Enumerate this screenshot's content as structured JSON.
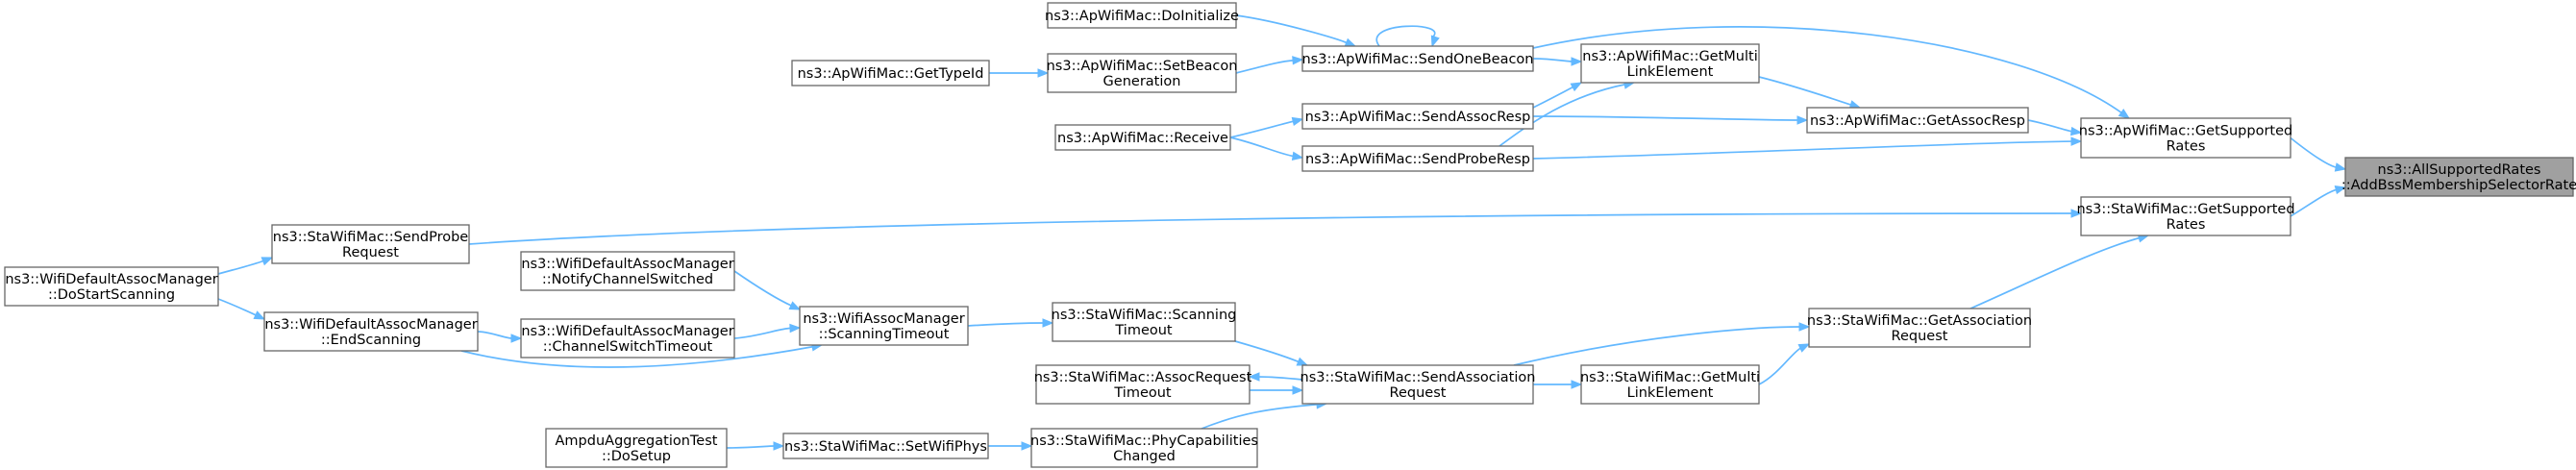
{
  "colors": {
    "edge": "#63b8ff",
    "node_border": "#666666",
    "root_fill": "#a0a0a0",
    "background": "#ffffff"
  },
  "nodes": {
    "root": [
      "ns3::AllSupportedRates",
      "::AddBssMembershipSelectorRate"
    ],
    "ap_get_supported_rates": [
      "ns3::ApWifiMac::GetSupported",
      "Rates"
    ],
    "sta_get_supported_rates": [
      "ns3::StaWifiMac::GetSupported",
      "Rates"
    ],
    "ap_get_assoc_resp": [
      "ns3::ApWifiMac::GetAssocResp"
    ],
    "ap_get_multi_link_element": [
      "ns3::ApWifiMac::GetMulti",
      "LinkElement"
    ],
    "ap_send_one_beacon": [
      "ns3::ApWifiMac::SendOneBeacon"
    ],
    "ap_send_assoc_resp": [
      "ns3::ApWifiMac::SendAssocResp"
    ],
    "ap_send_probe_resp": [
      "ns3::ApWifiMac::SendProbeResp"
    ],
    "ap_do_initialize": [
      "ns3::ApWifiMac::DoInitialize"
    ],
    "ap_set_beacon_generation": [
      "ns3::ApWifiMac::SetBeacon",
      "Generation"
    ],
    "ap_get_type_id": [
      "ns3::ApWifiMac::GetTypeId"
    ],
    "ap_receive": [
      "ns3::ApWifiMac::Receive"
    ],
    "sta_send_probe_request": [
      "ns3::StaWifiMac::SendProbe",
      "Request"
    ],
    "default_do_start_scanning": [
      "ns3::WifiDefaultAssocManager",
      "::DoStartScanning"
    ],
    "default_end_scanning": [
      "ns3::WifiDefaultAssocManager",
      "::EndScanning"
    ],
    "default_notify_channel_switched": [
      "ns3::WifiDefaultAssocManager",
      "::NotifyChannelSwitched"
    ],
    "default_channel_switch_timeout": [
      "ns3::WifiDefaultAssocManager",
      "::ChannelSwitchTimeout"
    ],
    "assoc_manager_scanning_timeout": [
      "ns3::WifiAssocManager",
      "::ScanningTimeout"
    ],
    "sta_get_association_request": [
      "ns3::StaWifiMac::GetAssociation",
      "Request"
    ],
    "sta_send_association_request": [
      "ns3::StaWifiMac::SendAssociation",
      "Request"
    ],
    "sta_get_multi_link_element": [
      "ns3::StaWifiMac::GetMulti",
      "LinkElement"
    ],
    "sta_scanning_timeout": [
      "ns3::StaWifiMac::Scanning",
      "Timeout"
    ],
    "sta_assoc_request_timeout": [
      "ns3::StaWifiMac::AssocRequest",
      "Timeout"
    ],
    "sta_phy_capabilities_changed": [
      "ns3::StaWifiMac::PhyCapabilities",
      "Changed"
    ],
    "sta_set_wifi_phys": [
      "ns3::StaWifiMac::SetWifiPhys"
    ],
    "ampdu_do_setup": [
      "AmpduAggregationTest",
      "::DoSetup"
    ]
  }
}
